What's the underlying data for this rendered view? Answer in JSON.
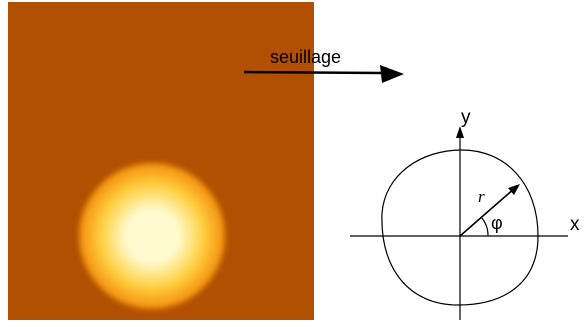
{
  "image_panel": {
    "background_color": "#b05000",
    "blob_colors": {
      "core": "#fffbd0",
      "mid": "#ffd040",
      "edge": "#ff9a10"
    }
  },
  "arrow": {
    "label": "seuillage"
  },
  "polar_diagram": {
    "y_axis_label": "y",
    "x_axis_label": "x",
    "radius_label": "r",
    "angle_label": "φ"
  }
}
